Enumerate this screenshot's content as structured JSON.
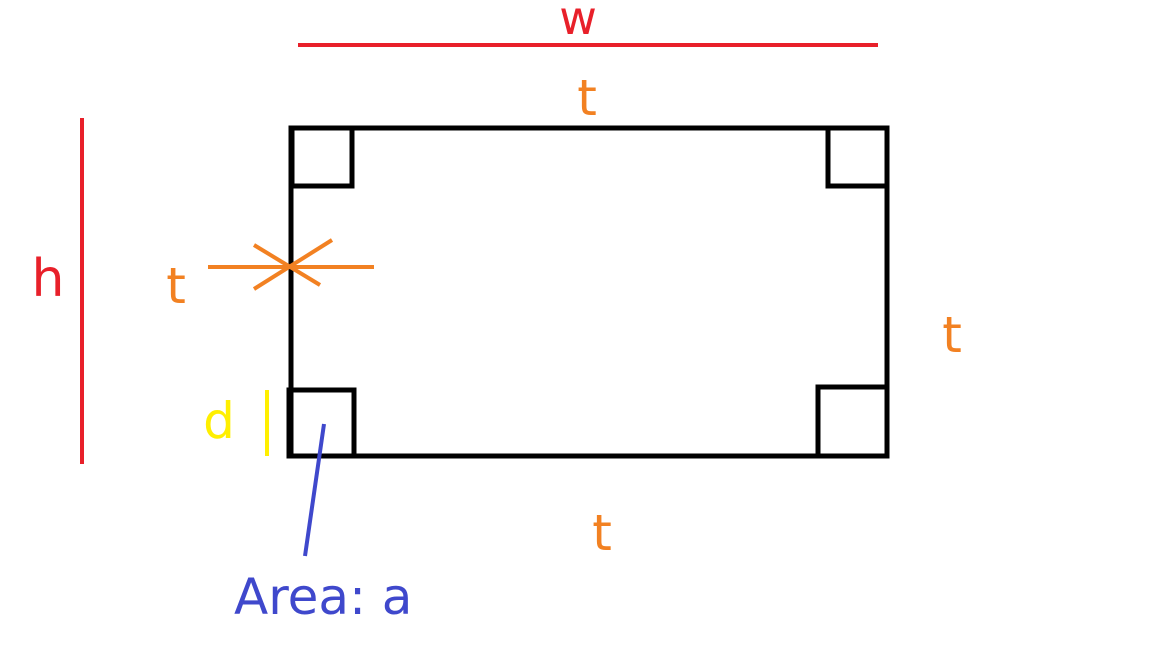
{
  "labels": {
    "width": "w",
    "height": "h",
    "thickness_top": "t",
    "thickness_left": "t",
    "thickness_right": "t",
    "thickness_bottom": "t",
    "corner_size": "d",
    "area": "Area: a"
  },
  "colors": {
    "outline": "#000000",
    "dimension": "#e8202a",
    "thickness": "#f28122",
    "corner_size": "#ffef00",
    "area": "#3f48cc"
  }
}
